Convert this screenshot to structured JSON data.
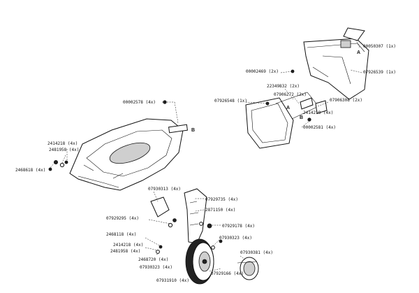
{
  "parts": {
    "p1": "00050307 (1x)",
    "p2": "00002469 (2x)",
    "p3": "07926539 (1x)",
    "p4": "22349832 (2x)",
    "p5": "07906272 (2x)",
    "p6": "07926548 (1x)",
    "p7": "07906308 (2x)",
    "p8": "2414218 (4x)",
    "p9": "00002581 (4x)",
    "p10": "00002578 (4x)",
    "p11": "2414218 (4x)",
    "p12": "2481958 (4x)",
    "p13": "2468618 (4x)",
    "p14": "07930313 (4x)",
    "p15": "07929735 (4x)",
    "p16": "07929295 (4x)",
    "p17": "2871150 (4x)",
    "p18": "07929178 (4x)",
    "p19": "2468118 (4x)",
    "p20": "07930323 (4x)",
    "p21": "2414218 (4x)",
    "p22": "07930381 (4x)",
    "p23": "2481958 (4x)",
    "p24": "2468720 (4x)",
    "p25": "07930323 (4x)",
    "p26": "07929166 (4x)",
    "p27": "07931910 (4x)"
  },
  "markers": {
    "a": "A",
    "b": "B"
  }
}
